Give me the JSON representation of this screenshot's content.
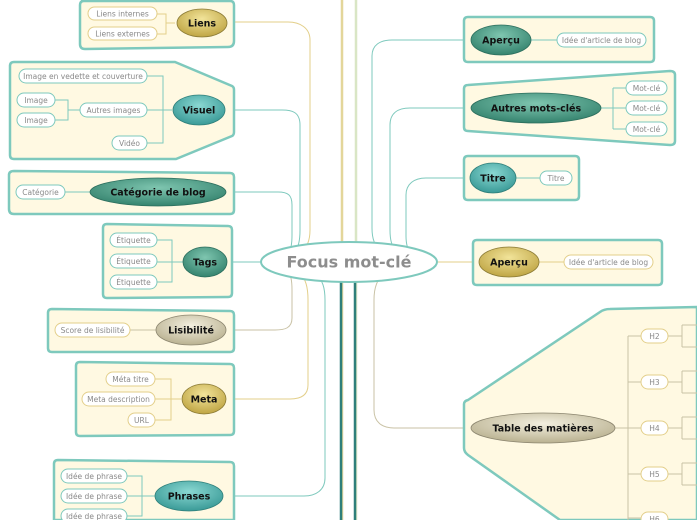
{
  "center": {
    "label": "Focus mot-clé"
  },
  "left": {
    "liens": {
      "label": "Liens",
      "items": [
        "Liens internes",
        "Liens externes"
      ]
    },
    "visuel": {
      "label": "Visuel",
      "featured": "Image en vedette et couverture",
      "images_group": "Autres images",
      "images": [
        "Image",
        "Image"
      ],
      "video": "Vidéo"
    },
    "categorie": {
      "label": "Catégorie de blog",
      "items": [
        "Catégorie"
      ]
    },
    "tags": {
      "label": "Tags",
      "items": [
        "Étiquette",
        "Étiquette",
        "Étiquette"
      ]
    },
    "lisibilite": {
      "label": "Lisibilité",
      "items": [
        "Score de lisibilité"
      ]
    },
    "meta": {
      "label": "Meta",
      "items": [
        "Méta titre",
        "Meta description",
        "URL"
      ]
    },
    "phrases": {
      "label": "Phrases",
      "items": [
        "Idée de phrase",
        "Idée de phrase",
        "Idée de phrase"
      ]
    }
  },
  "right": {
    "apercu1": {
      "label": "Aperçu",
      "items": [
        "Idée d'article de blog"
      ]
    },
    "autres": {
      "label": "Autres mots-clés",
      "items": [
        "Mot-clé",
        "Mot-clé",
        "Mot-clé"
      ]
    },
    "titre": {
      "label": "Titre",
      "items": [
        "Titre"
      ]
    },
    "apercu2": {
      "label": "Aperçu",
      "items": [
        "Idée d'article de blog"
      ]
    },
    "toc": {
      "label": "Table des matières",
      "items": [
        "H2",
        "H3",
        "H4",
        "H5",
        "H6"
      ]
    }
  },
  "colors": {
    "panel_fill": "#fff9e2",
    "teal_border": "#7ec9bd",
    "gold_node": "#c9b350",
    "teal_node": "#49a9a5",
    "green_node": "#4a9a82",
    "beige_node": "#cfc7a8"
  }
}
